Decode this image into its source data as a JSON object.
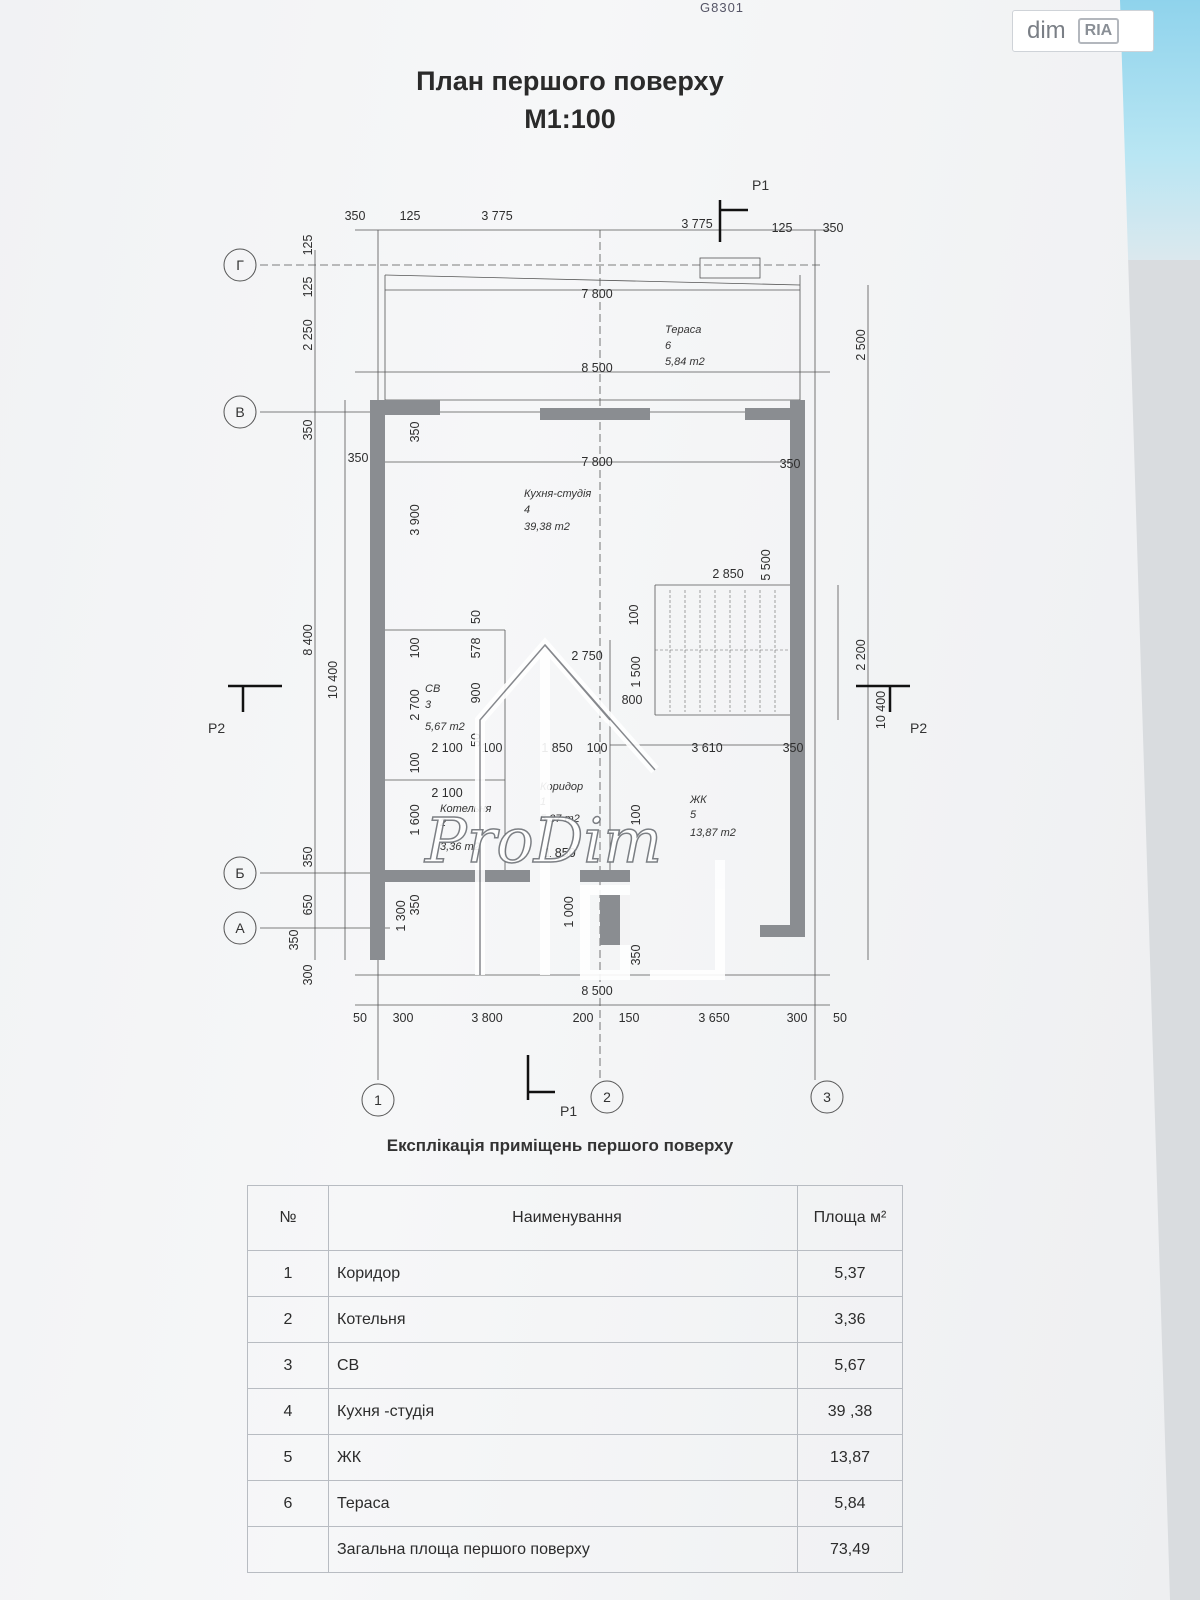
{
  "header": {
    "stamp": "G8301",
    "logo_text": "dim",
    "logo_badge": "RIA"
  },
  "plan": {
    "title": "План першого поверху",
    "scale": "М1:100",
    "watermark": "ProDim",
    "axes_letters": [
      "Г",
      "В",
      "Б",
      "А"
    ],
    "axes_numbers": [
      "1",
      "2",
      "3"
    ],
    "section_marks": [
      "Р1",
      "Р1",
      "Р2",
      "Р2"
    ],
    "top_dims": [
      "350",
      "125",
      "3 775",
      "3 775",
      "125",
      "350"
    ],
    "bottom_dims": [
      "50",
      "300",
      "3 800",
      "200",
      "150",
      "3 650",
      "300",
      "50"
    ],
    "overall_dims": [
      "7 800",
      "8 500",
      "7 800",
      "8 500"
    ],
    "left_dims": [
      "125",
      "125",
      "2 250",
      "350",
      "8 400",
      "10 400",
      "350",
      "650",
      "350",
      "300"
    ],
    "right_dims": [
      "2 500",
      "2 200",
      "10 400"
    ],
    "inner_dims": [
      "350",
      "3 900",
      "350",
      "350",
      "2 850",
      "5 500",
      "100",
      "100",
      "578",
      "50",
      "2 750",
      "1 500",
      "800",
      "2 700",
      "900",
      "50",
      "100",
      "2 100",
      "100",
      "1 850",
      "100",
      "3 610",
      "350",
      "2 100",
      "1 600",
      "1 850",
      "1 300",
      "350",
      "1 000",
      "350",
      "100"
    ],
    "room_labels": [
      {
        "name": "Тераса",
        "num": "6",
        "area": "5,84 m2"
      },
      {
        "name": "Кухня-студія",
        "num": "4",
        "area": "39,38 m2"
      },
      {
        "name": "СВ",
        "num": "3",
        "area": "5,67 m2"
      },
      {
        "name": "Коридор",
        "num": "1",
        "area": "5,37 m2"
      },
      {
        "name": "Котельня",
        "num": "2",
        "area": "3,36 m2"
      },
      {
        "name": "ЖК",
        "num": "5",
        "area": "13,87 m2"
      }
    ]
  },
  "explication": {
    "title": "Експлікація приміщень першого поверху",
    "headers": {
      "num": "№",
      "name": "Наименування",
      "area": "Площа м²"
    },
    "rows": [
      {
        "num": "1",
        "name": "Коридор",
        "area": "5,37"
      },
      {
        "num": "2",
        "name": "Котельня",
        "area": "3,36"
      },
      {
        "num": "3",
        "name": "СВ",
        "area": "5,67"
      },
      {
        "num": "4",
        "name": "Кухня  -студія",
        "area": "39 ,38"
      },
      {
        "num": "5",
        "name": "ЖК",
        "area": "13,87"
      },
      {
        "num": "6",
        "name": "Тераса",
        "area": "5,84"
      }
    ],
    "total": {
      "name": "Загальна площа першого поверху",
      "area": "73,49"
    }
  },
  "colors": {
    "wall": "#8a8d91",
    "line": "#444444"
  }
}
